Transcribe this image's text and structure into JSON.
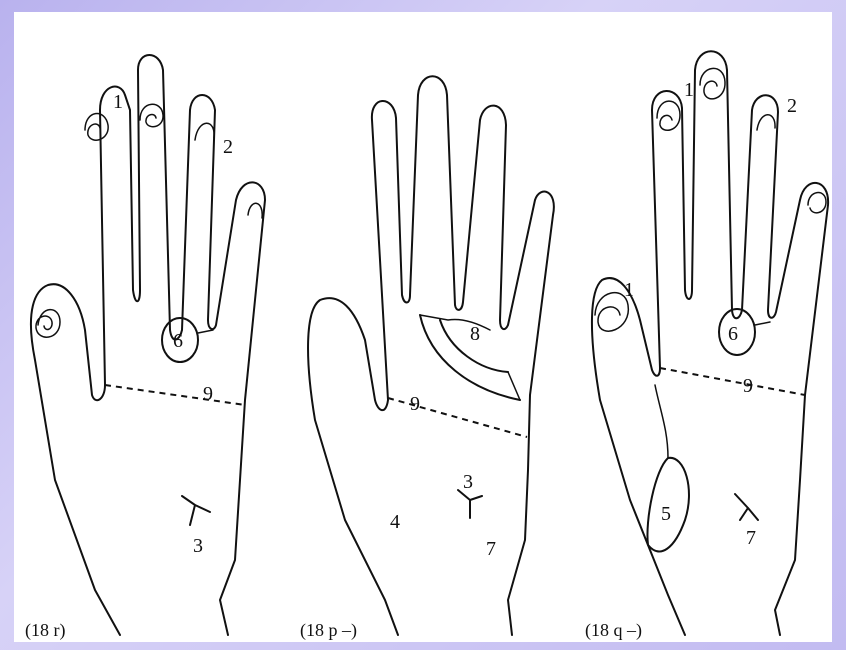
{
  "panels": [
    {
      "caption": "(18 r)",
      "labels": {
        "thumb_index_num": "1",
        "ring_num": "2",
        "loop_num": "6",
        "crease_num": "9",
        "triradius_num": "3"
      }
    },
    {
      "caption": "(18 p –)",
      "labels": {
        "area_num": "8",
        "crease_num": "9",
        "hypothenar_num": "4",
        "triradius_top": "3",
        "triradius_bottom": "7"
      }
    },
    {
      "caption": "(18 q –)",
      "labels": {
        "thumb_num": "1",
        "middle_num": "1",
        "ring_num": "2",
        "loop_num": "6",
        "crease_num": "9",
        "thenar_num": "5",
        "triradius_num": "7"
      }
    }
  ]
}
